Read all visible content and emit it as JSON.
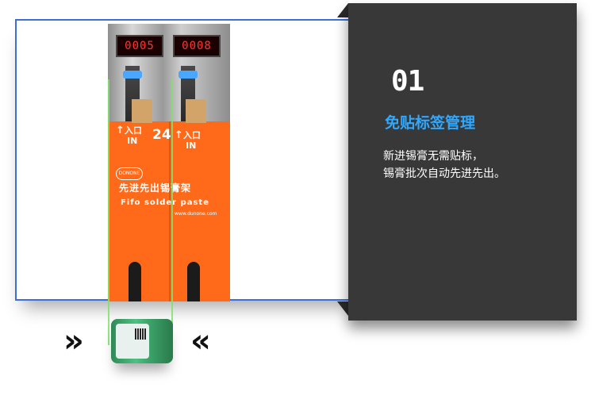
{
  "product": {
    "counter_left": "0005",
    "counter_right": "0008",
    "slot_number": "24",
    "inlet_cn": "入口",
    "inlet_en": "IN",
    "brand_logo": "DONONE",
    "name_cn": "先进先出锡膏架",
    "name_en": "Fifo solder paste",
    "website": "www.dunone.com"
  },
  "navigation": {
    "left_icon": "double-chevron-right-icon",
    "right_icon": "double-chevron-left-icon",
    "left_glyph": "»",
    "right_glyph": "«"
  },
  "feature": {
    "number": "01",
    "title": "免贴标签管理",
    "desc_line1": "新进锡膏无需贴标，",
    "desc_line2": "锡膏批次自动先进先出。"
  },
  "colors": {
    "accent_blue": "#2fa8ff",
    "rack_orange": "#ff6a1a",
    "panel_dark": "#383838",
    "frame_blue": "#3c6fd9"
  }
}
